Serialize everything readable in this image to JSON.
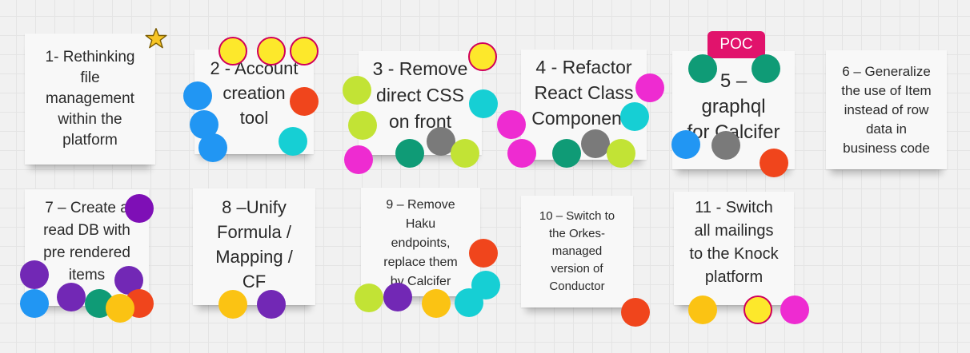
{
  "notes": [
    {
      "text": "1- Rethinking\nfile\nmanagement\nwithin the\nplatform"
    },
    {
      "text": "2 - Account\ncreation\ntool"
    },
    {
      "text": "3 - Remove\ndirect CSS\non front"
    },
    {
      "text": "4 - Refactor\nReact Class\nComponents"
    },
    {
      "text": "5 –\ngraphql\nfor Calcifer"
    },
    {
      "text": "6 – Generalize\nthe use of Item\ninstead of row\ndata in\nbusiness code"
    },
    {
      "text": "7 – Create a\nread DB with\npre rendered\nitems"
    },
    {
      "text": "8 –Unify\nFormula /\nMapping /\nCF"
    },
    {
      "text": "9 – Remove\nHaku\nendpoints,\nreplace them\nby Calcifer"
    },
    {
      "text": "10 – Switch to\nthe Orkes-\nmanaged\nversion of\nConductor"
    },
    {
      "text": "11 - Switch\nall mailings\nto the Knock\nplatform"
    }
  ],
  "poc_label": "POC",
  "colors": {
    "yellow": "#fde82b",
    "orange": "#f0451c",
    "blue": "#2196f3",
    "cyan": "#16cfd4",
    "green": "#0f9b76",
    "gray": "#7a7a7a",
    "lime": "#c2e335",
    "magenta": "#ee2bd1",
    "purple": "#7228b5",
    "amber": "#fbc313",
    "poc": "#e1136c",
    "star": "#f7c524"
  }
}
